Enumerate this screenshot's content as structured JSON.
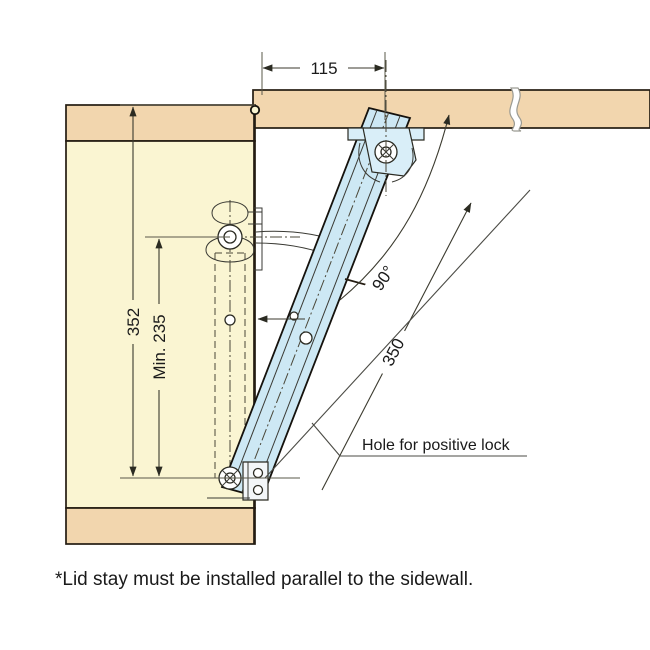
{
  "document": {
    "title": "Lid Stay Installation Diagram",
    "type": "technical-drawing",
    "units": "mm"
  },
  "dimensions": {
    "horizontal_offset": "115",
    "total_height": "352",
    "minimum_height": "Min. 235",
    "angle": "90°",
    "radius": "350"
  },
  "annotations": {
    "hole_label": "Hole for positive lock",
    "caption": "*Lid stay must be installed parallel to the sidewall."
  },
  "colors": {
    "panel_top": "#f2d6ae",
    "panel_body": "#faf5d2",
    "stay_arm": "#cde8f4",
    "outline": "#241c12",
    "dimension": "#3b3a2e"
  },
  "parts": [
    {
      "name": "top-lid-board",
      "fill": "#f2d6ae"
    },
    {
      "name": "cabinet-sidewall",
      "fill": "#faf5d2"
    },
    {
      "name": "bottom-board",
      "fill": "#f2d6ae"
    },
    {
      "name": "lid-stay-arm",
      "fill": "#cde8f4"
    },
    {
      "name": "top-mounting-bracket",
      "fill": "#cde8f4"
    },
    {
      "name": "bottom-mounting-bracket",
      "fill": "#f3f6f8"
    }
  ]
}
